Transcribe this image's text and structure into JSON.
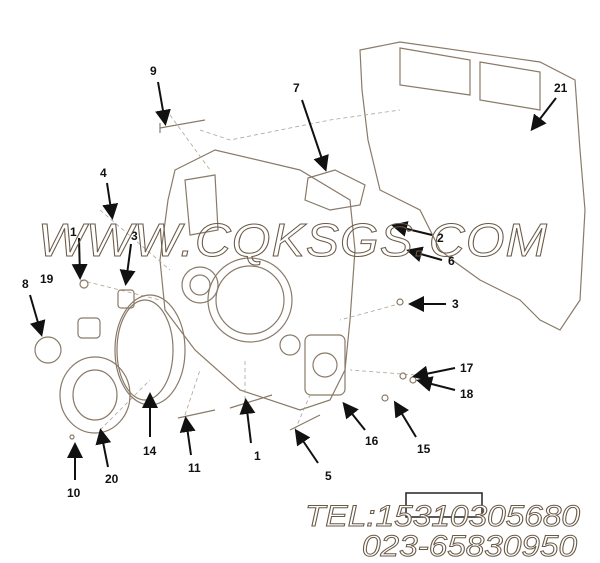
{
  "diagram": {
    "callouts": [
      "9",
      "7",
      "21",
      "4",
      "1",
      "3",
      "2",
      "6",
      "19",
      "8",
      "3",
      "17",
      "18",
      "16",
      "15",
      "14",
      "11",
      "1",
      "5",
      "10",
      "20"
    ]
  },
  "watermark": {
    "website": "WWW.CQKSGS.COM",
    "tel": "TEL:15310305680",
    "phone": "023-65830950"
  }
}
